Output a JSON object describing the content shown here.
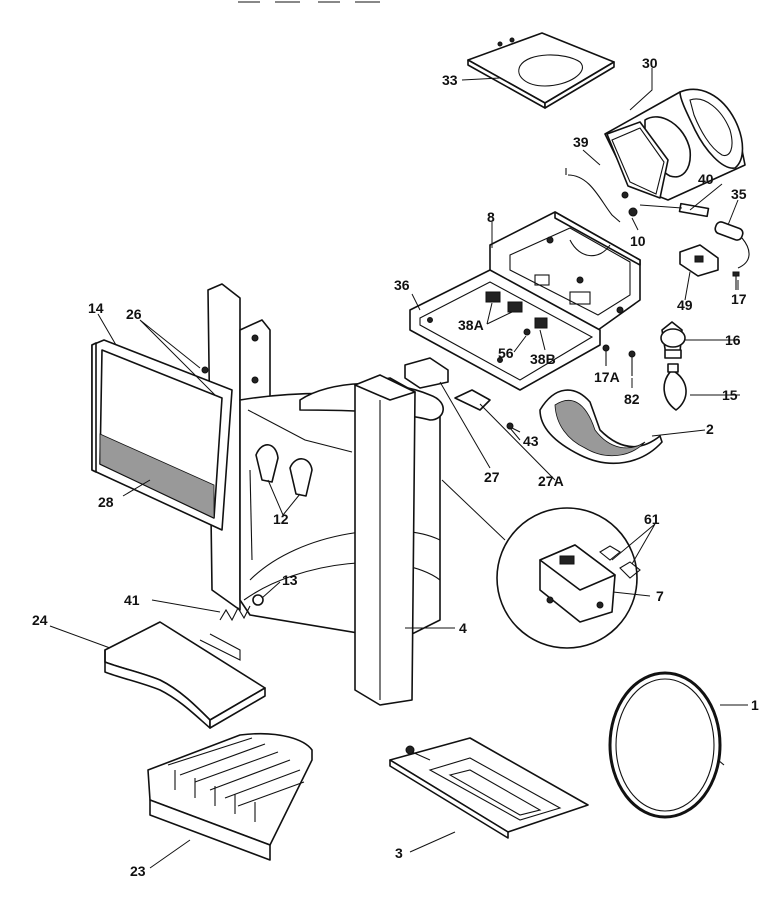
{
  "diagram": {
    "header_fragment": "",
    "parts": [
      {
        "id": "p33",
        "label": "33"
      },
      {
        "id": "p30",
        "label": "30"
      },
      {
        "id": "p39",
        "label": "39"
      },
      {
        "id": "p40",
        "label": "40"
      },
      {
        "id": "p35",
        "label": "35"
      },
      {
        "id": "p10",
        "label": "10"
      },
      {
        "id": "p8",
        "label": "8"
      },
      {
        "id": "p36",
        "label": "36"
      },
      {
        "id": "p49",
        "label": "49"
      },
      {
        "id": "p17",
        "label": "17"
      },
      {
        "id": "p14",
        "label": "14"
      },
      {
        "id": "p26",
        "label": "26"
      },
      {
        "id": "p38a",
        "label": "38A"
      },
      {
        "id": "p56",
        "label": "56"
      },
      {
        "id": "p38b",
        "label": "38B"
      },
      {
        "id": "p16",
        "label": "16"
      },
      {
        "id": "p17a",
        "label": "17A"
      },
      {
        "id": "p82",
        "label": "82"
      },
      {
        "id": "p15",
        "label": "15"
      },
      {
        "id": "p43",
        "label": "43"
      },
      {
        "id": "p2",
        "label": "2"
      },
      {
        "id": "p27",
        "label": "27"
      },
      {
        "id": "p27a",
        "label": "27A"
      },
      {
        "id": "p28",
        "label": "28"
      },
      {
        "id": "p12",
        "label": "12"
      },
      {
        "id": "p61",
        "label": "61"
      },
      {
        "id": "p7",
        "label": "7"
      },
      {
        "id": "p13",
        "label": "13"
      },
      {
        "id": "p41",
        "label": "41"
      },
      {
        "id": "p24",
        "label": "24"
      },
      {
        "id": "p4",
        "label": "4"
      },
      {
        "id": "p1",
        "label": "1"
      },
      {
        "id": "p23",
        "label": "23"
      },
      {
        "id": "p3",
        "label": "3"
      }
    ]
  }
}
